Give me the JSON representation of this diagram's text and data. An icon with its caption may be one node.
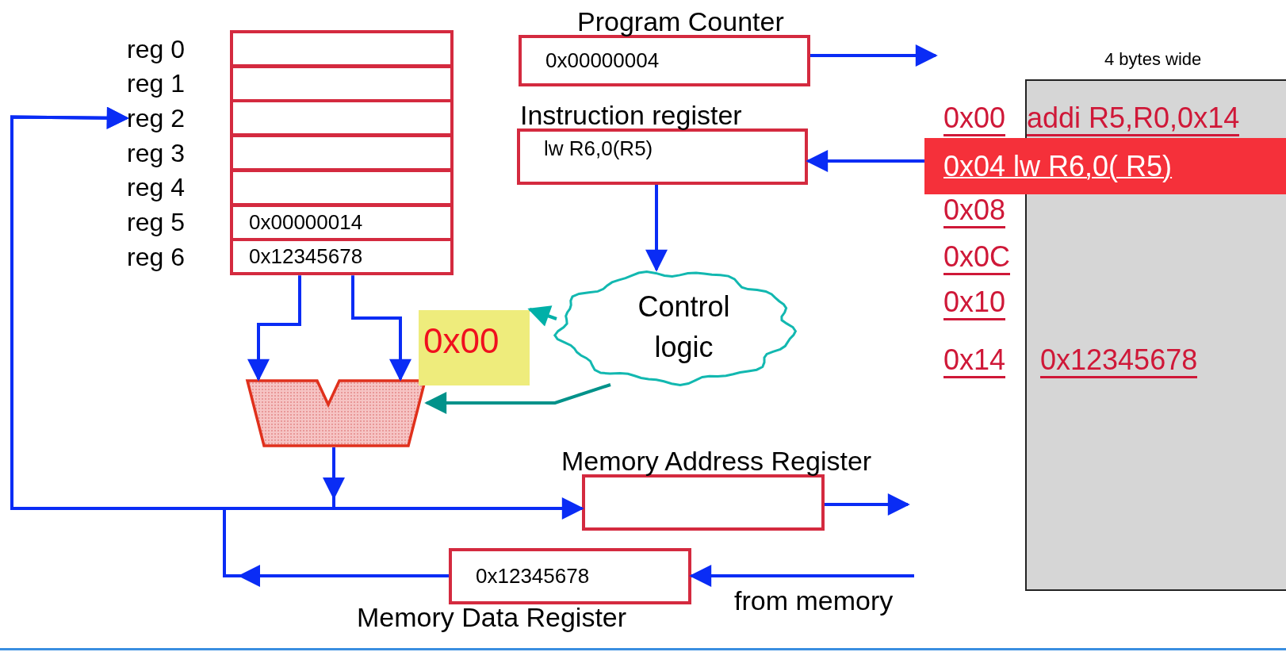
{
  "diagram": {
    "nodes": [
      {
        "text": [],
        "shape": "box",
        "beside": [
          "reg 0"
        ]
      },
      {
        "text": [],
        "shape": "box",
        "beside": [
          "reg 1"
        ]
      },
      {
        "text": [],
        "shape": "box",
        "beside": [
          "reg 2"
        ]
      },
      {
        "text": [],
        "shape": "box",
        "beside": [
          "reg 3"
        ]
      },
      {
        "text": [],
        "shape": "box",
        "beside": [
          "reg 4"
        ]
      },
      {
        "text": [
          "0x00000014"
        ],
        "beside": [
          "reg 5"
        ]
      },
      {
        "text": [
          "0x12345678"
        ],
        "beside": [
          "reg 6"
        ]
      },
      {
        "text": [],
        "shape": "trapezoid"
      },
      {
        "text": [
          "0x00"
        ]
      },
      {
        "text": [
          "Control logic"
        ]
      },
      {
        "text": [
          "Program Counter",
          "0x00000004"
        ]
      },
      {
        "text": [
          "Instruction register",
          "lw R6,0(R5)"
        ]
      },
      {
        "text": [
          "4 bytes wide"
        ]
      },
      {
        "text": [
          "0x04 lw R6,0( R5)"
        ]
      },
      {
        "text": [
          "Memory Address Register"
        ]
      },
      {
        "text": [
          "0x12345678",
          "Memory Data Register"
        ]
      }
    ],
    "edges": [
      {
        "from": 6,
        "to": 7,
        "arrow": "to"
      },
      {
        "from": 6,
        "to": 7,
        "arrow": "to"
      },
      {
        "from": 7,
        "to": 2,
        "arrow": "to"
      },
      {
        "from": 7,
        "to": 14,
        "arrow": "to"
      },
      {
        "from": 15,
        "to": 2,
        "arrow": "to"
      },
      {
        "from": 10,
        "to": null,
        "arrow": "to"
      },
      {
        "from": 13,
        "to": 11,
        "arrow": "to"
      },
      {
        "from": 11,
        "to": 9,
        "arrow": "to"
      },
      {
        "from": 9,
        "to": 8,
        "arrow": "to",
        "color": "#00b0a8"
      },
      {
        "from": 9,
        "to": 7,
        "arrow": "to",
        "color": "#00928a"
      },
      {
        "from": 14,
        "to": null,
        "arrow": "to"
      },
      {
        "from": null,
        "to": 15,
        "arrow": "to"
      }
    ],
    "labels": [
      "0x00",
      "addi R5,R0,0x14",
      "0x08",
      "0x0C",
      "0x10",
      "0x14",
      "0x12345678",
      "from memory"
    ]
  }
}
